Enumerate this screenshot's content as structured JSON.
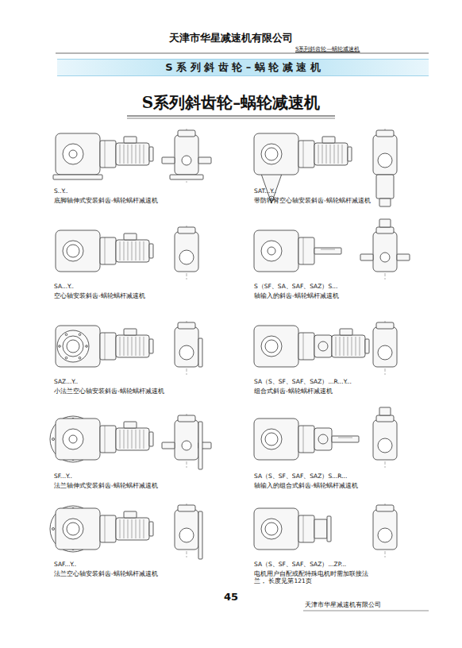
{
  "diagram": {
    "title": "S系列斜齿轮–蜗轮减速机",
    "nodes": [
      {
        "text": [
          "S 系 列 斜 齿 轮 – 蜗 轮 减 速 机"
        ]
      }
    ],
    "labels": [
      "天津市华星减速机有限公司",
      "S系列斜齿轮—蜗轮减速机",
      "S..Y..",
      "底脚轴伸式安装斜齿-蜗轮蜗杆减速机",
      "SAT...Y..",
      "带防转臂空心轴安装斜齿-蜗轮蜗杆减速机",
      "SA...Y..",
      "空心轴安装斜齿-蜗轮蜗杆减速机",
      "S（SF、SA、SAF、SAZ）S...",
      "轴输入的斜齿-蜗轮蜗杆减速机",
      "SAZ...Y..",
      "小法兰空心轴安装斜齿-蜗轮蜗杆减速机",
      "SA（S、SF、SAF、SAZ）...R...Y...",
      "组合式斜齿-蜗轮蜗杆减速机",
      "SF...Y..",
      "法兰轴伸式安装斜齿-蜗轮蜗杆减速机",
      "SA（S、SF、SAF、SAZ）S...R...",
      "轴输入的组合式斜齿-蜗轮蜗杆减速机",
      "SAF...Y..",
      "法兰空心轴安装斜齿-蜗轮蜗杆减速机",
      "SA（S、SF、SAF、SAZ）...ZP...",
      "电机用户自配或配特殊电机时需加联接法兰， 长度见第121页",
      "45",
      "天津市华星减速机有限公司"
    ]
  }
}
